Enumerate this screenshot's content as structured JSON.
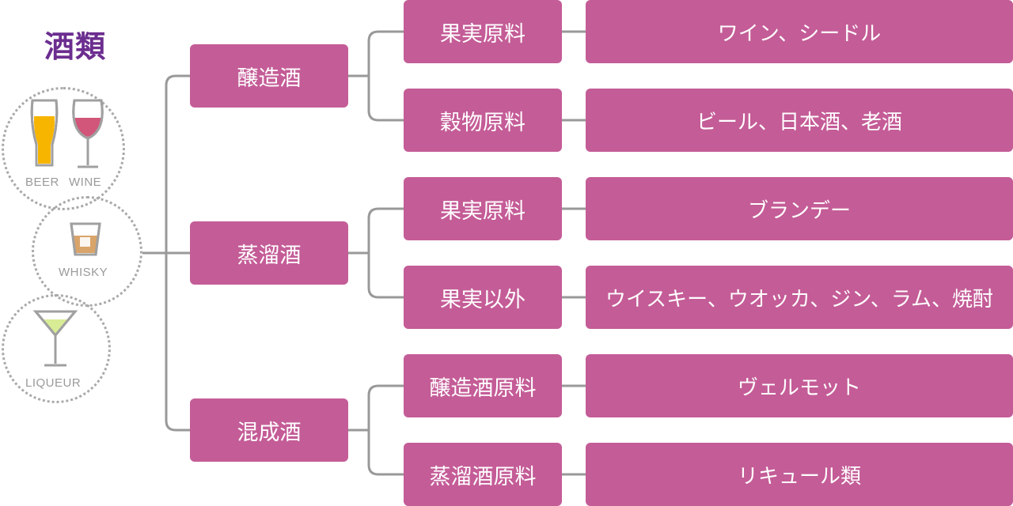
{
  "title": "酒類",
  "icons": {
    "beer_label": "BEER",
    "wine_label": "WINE",
    "whisky_label": "WHISKY",
    "liqueur_label": "LIQUEUR",
    "beer": "beer-glass-icon",
    "wine": "wine-glass-icon",
    "whisky": "whisky-glass-icon",
    "liqueur": "cocktail-glass-icon",
    "colors": {
      "beer": "#f7b500",
      "wine": "#d2557a",
      "whisky": "#d9a46a",
      "liqueur": "#d8ec96"
    }
  },
  "tree": [
    {
      "label": "醸造酒",
      "children": [
        {
          "label": "果実原料",
          "examples": "ワイン、シードル"
        },
        {
          "label": "穀物原料",
          "examples": "ビール、日本酒、老酒"
        }
      ]
    },
    {
      "label": "蒸溜酒",
      "children": [
        {
          "label": "果実原料",
          "examples": "ブランデー"
        },
        {
          "label": "果実以外",
          "examples": "ウイスキー、ウオッカ、ジン、ラム、焼酎"
        }
      ]
    },
    {
      "label": "混成酒",
      "children": [
        {
          "label": "醸造酒原料",
          "examples": "ヴェルモット"
        },
        {
          "label": "蒸溜酒原料",
          "examples": "リキュール類"
        }
      ]
    }
  ],
  "colors": {
    "box": "#c45c97",
    "title": "#6b2d8f",
    "connector": "#999999"
  }
}
